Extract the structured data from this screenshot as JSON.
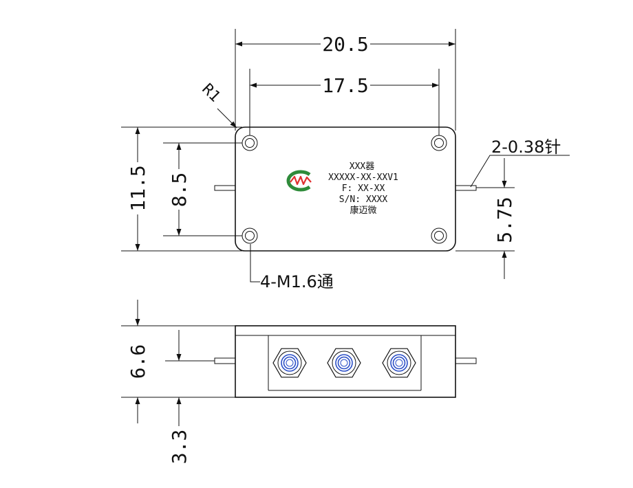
{
  "dimensions": {
    "overall_length": "20.5",
    "hole_spacing_x": "17.5",
    "overall_height": "11.5",
    "hole_spacing_y": "8.5",
    "pin_height": "5.75",
    "side_height": "6.6",
    "side_pin_height": "3.3"
  },
  "callouts": {
    "corner_radius": "R1",
    "pin_spec": "2-0.38针",
    "mount_holes": "4-M1.6通"
  },
  "marking": {
    "line1": "XXX器",
    "line2": "XXXXX-XX-XXV1",
    "line3": "F: XX-XX",
    "line4": "S/N: XXXX",
    "line5": "康迈微"
  },
  "colors": {
    "logo_red": "#e03030",
    "logo_green": "#2e8b3a",
    "connector_blue": "#2b4fc7"
  }
}
